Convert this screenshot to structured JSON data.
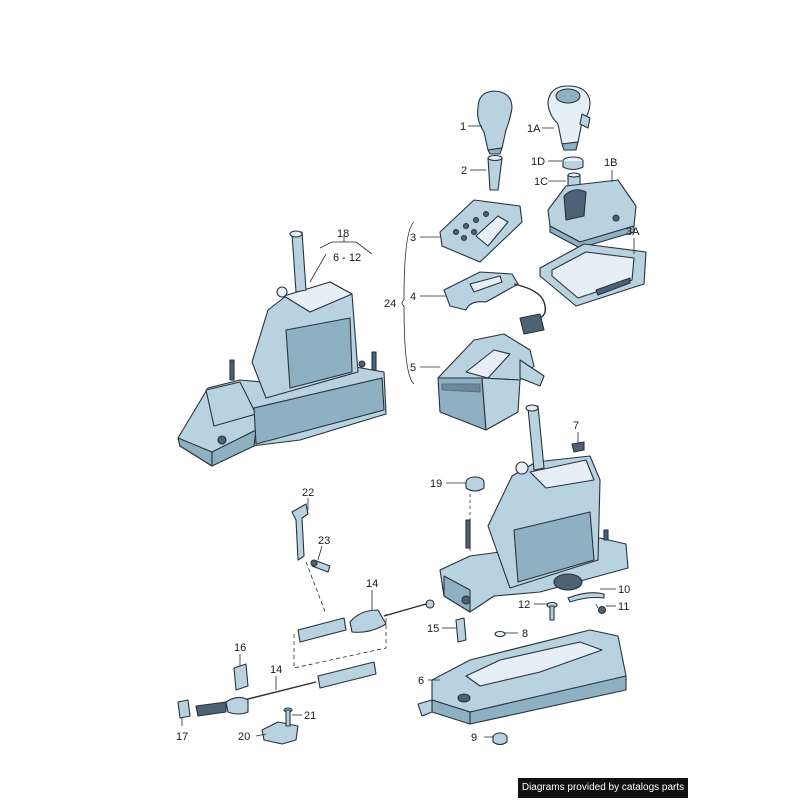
{
  "callouts": {
    "c1": "1",
    "c1A": "1A",
    "c1B": "1B",
    "c1C": "1C",
    "c1D": "1D",
    "c2": "2",
    "c3": "3",
    "c3A": "3A",
    "c4": "4",
    "c5": "5",
    "c6": "6",
    "c7": "7",
    "c8": "8",
    "c9": "9",
    "c10": "10",
    "c11": "11",
    "c12": "12",
    "c14a": "14",
    "c14b": "14",
    "c15": "15",
    "c16": "16",
    "c17": "17",
    "c18": "18",
    "c18sub": "6 - 12",
    "c19": "19",
    "c20": "20",
    "c21": "21",
    "c22": "22",
    "c23": "23",
    "c24": "24"
  },
  "footer": {
    "text": "Diagrams provided by catalogs parts"
  },
  "colors": {
    "part_fill": "#b9d2e0",
    "part_shade": "#8fb0c3",
    "outline": "#27333d",
    "footer_bg": "#111111"
  }
}
